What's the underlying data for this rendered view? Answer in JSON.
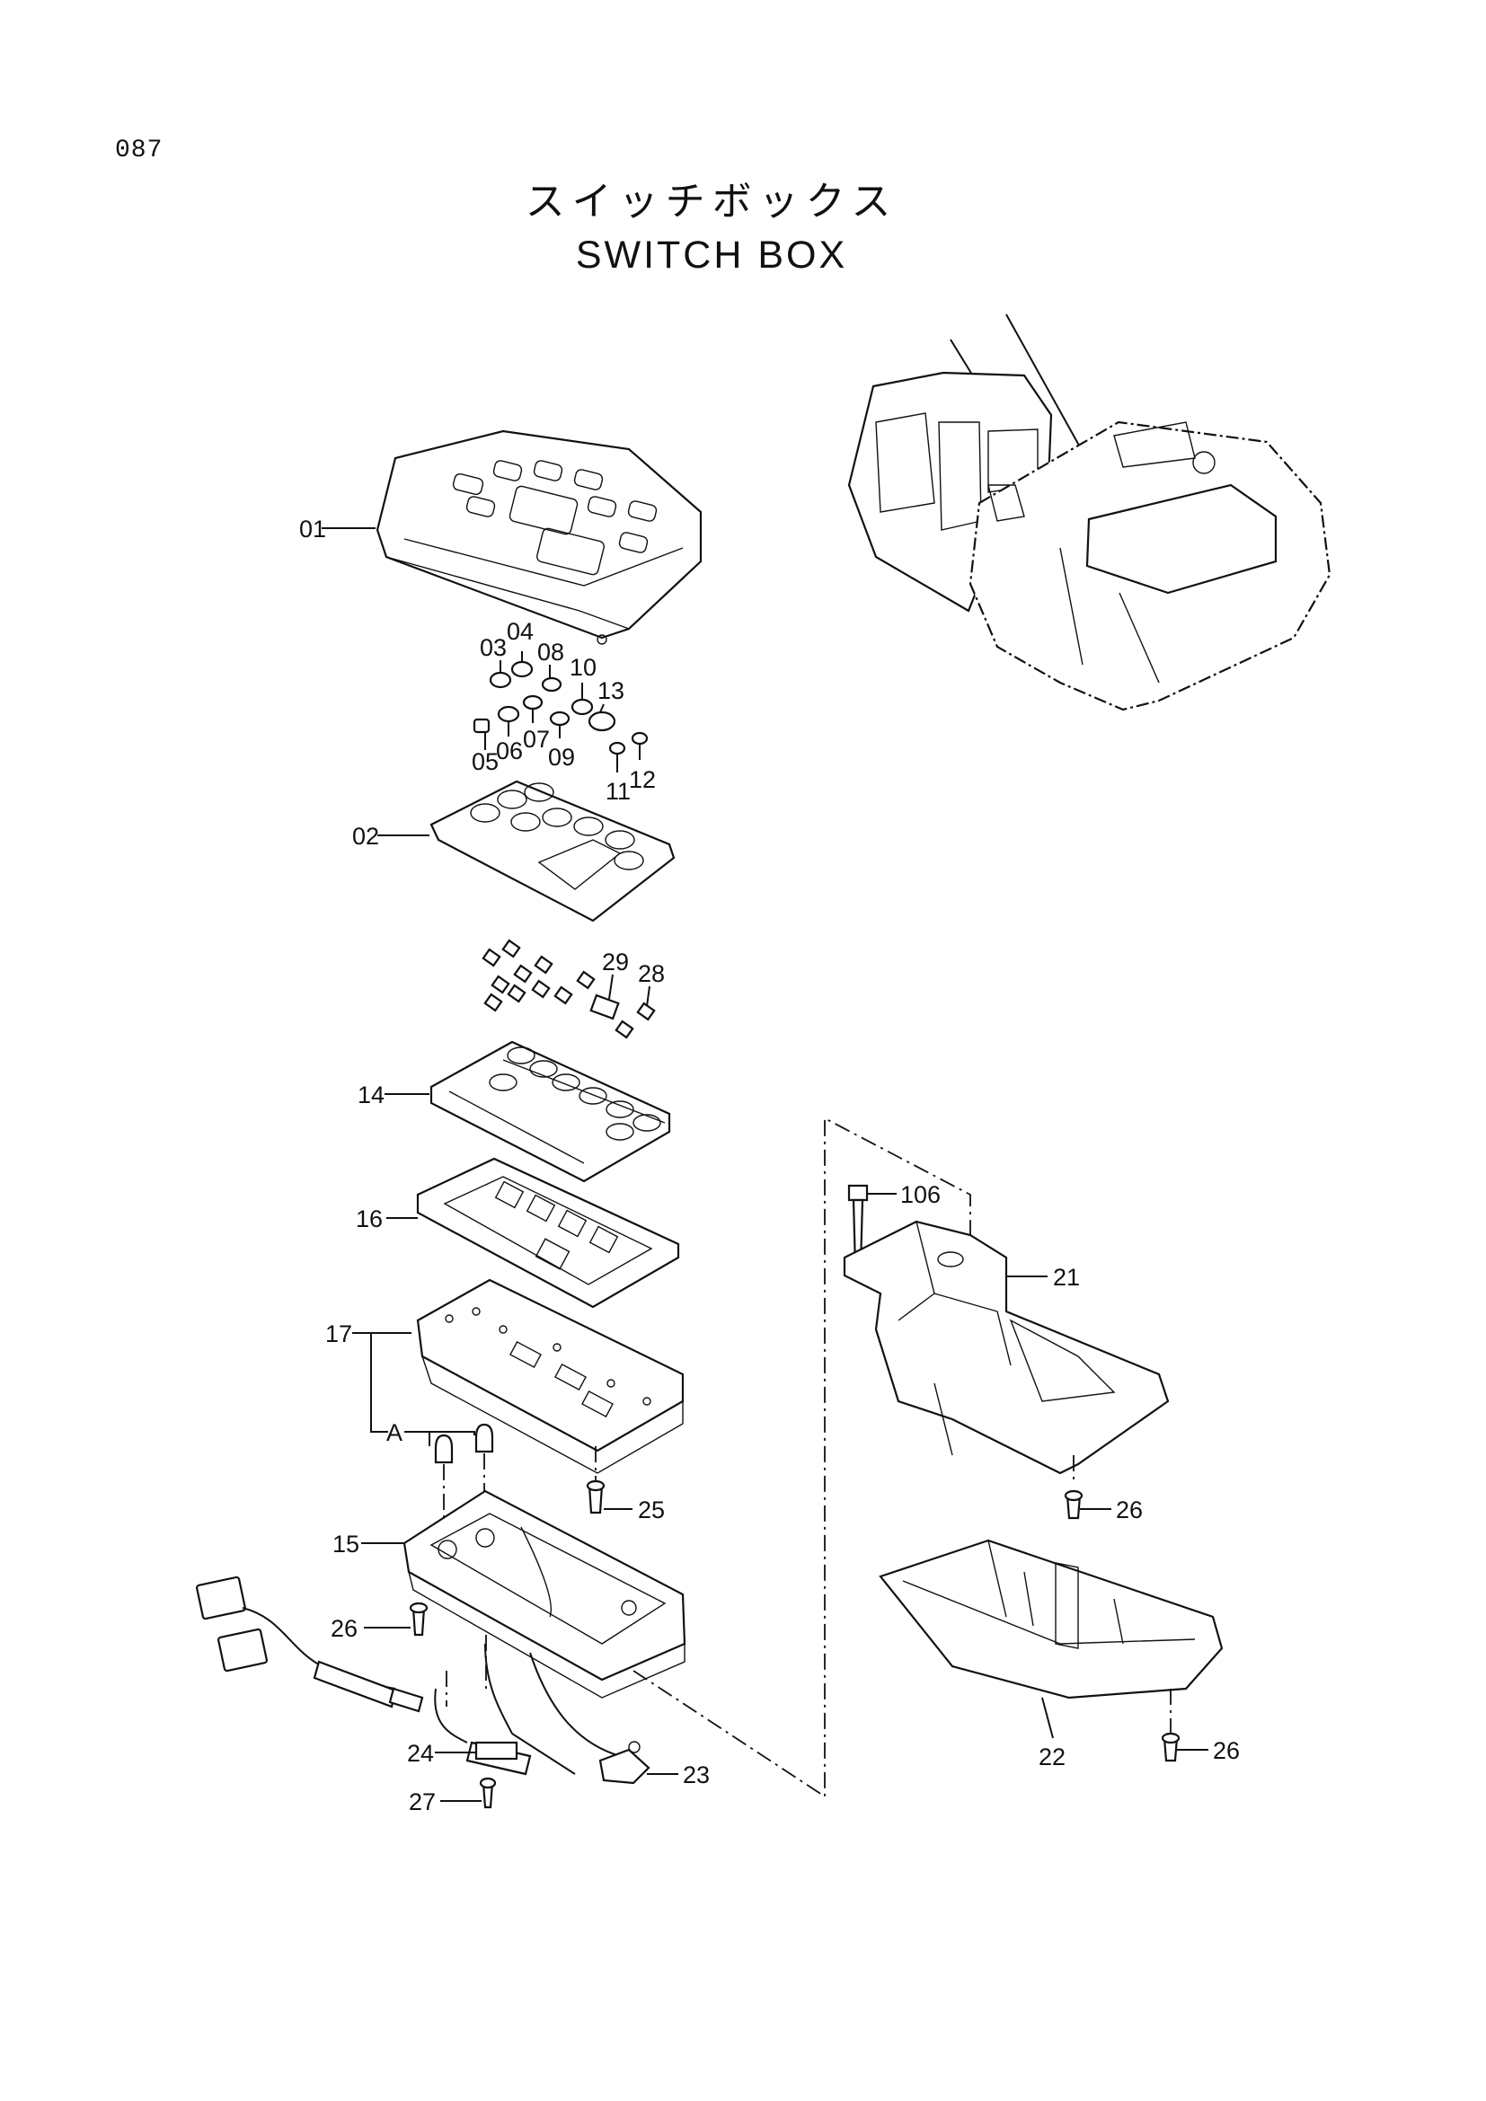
{
  "page": {
    "number": "087"
  },
  "title": {
    "japanese": "スイッチボックス",
    "english": "SWITCH BOX"
  },
  "callouts": {
    "c01": "01",
    "c02": "02",
    "c03": "03",
    "c04": "04",
    "c05": "05",
    "c06": "06",
    "c07": "07",
    "c08": "08",
    "c09": "09",
    "c10": "10",
    "c11": "11",
    "c12": "12",
    "c13": "13",
    "c14": "14",
    "c15": "15",
    "c16": "16",
    "c17": "17",
    "cA": "A",
    "c21": "21",
    "c22": "22",
    "c23": "23",
    "c24": "24",
    "c25": "25",
    "c26a": "26",
    "c26b": "26",
    "c26c": "26",
    "c27": "27",
    "c28": "28",
    "c29": "29",
    "c106": "106"
  }
}
